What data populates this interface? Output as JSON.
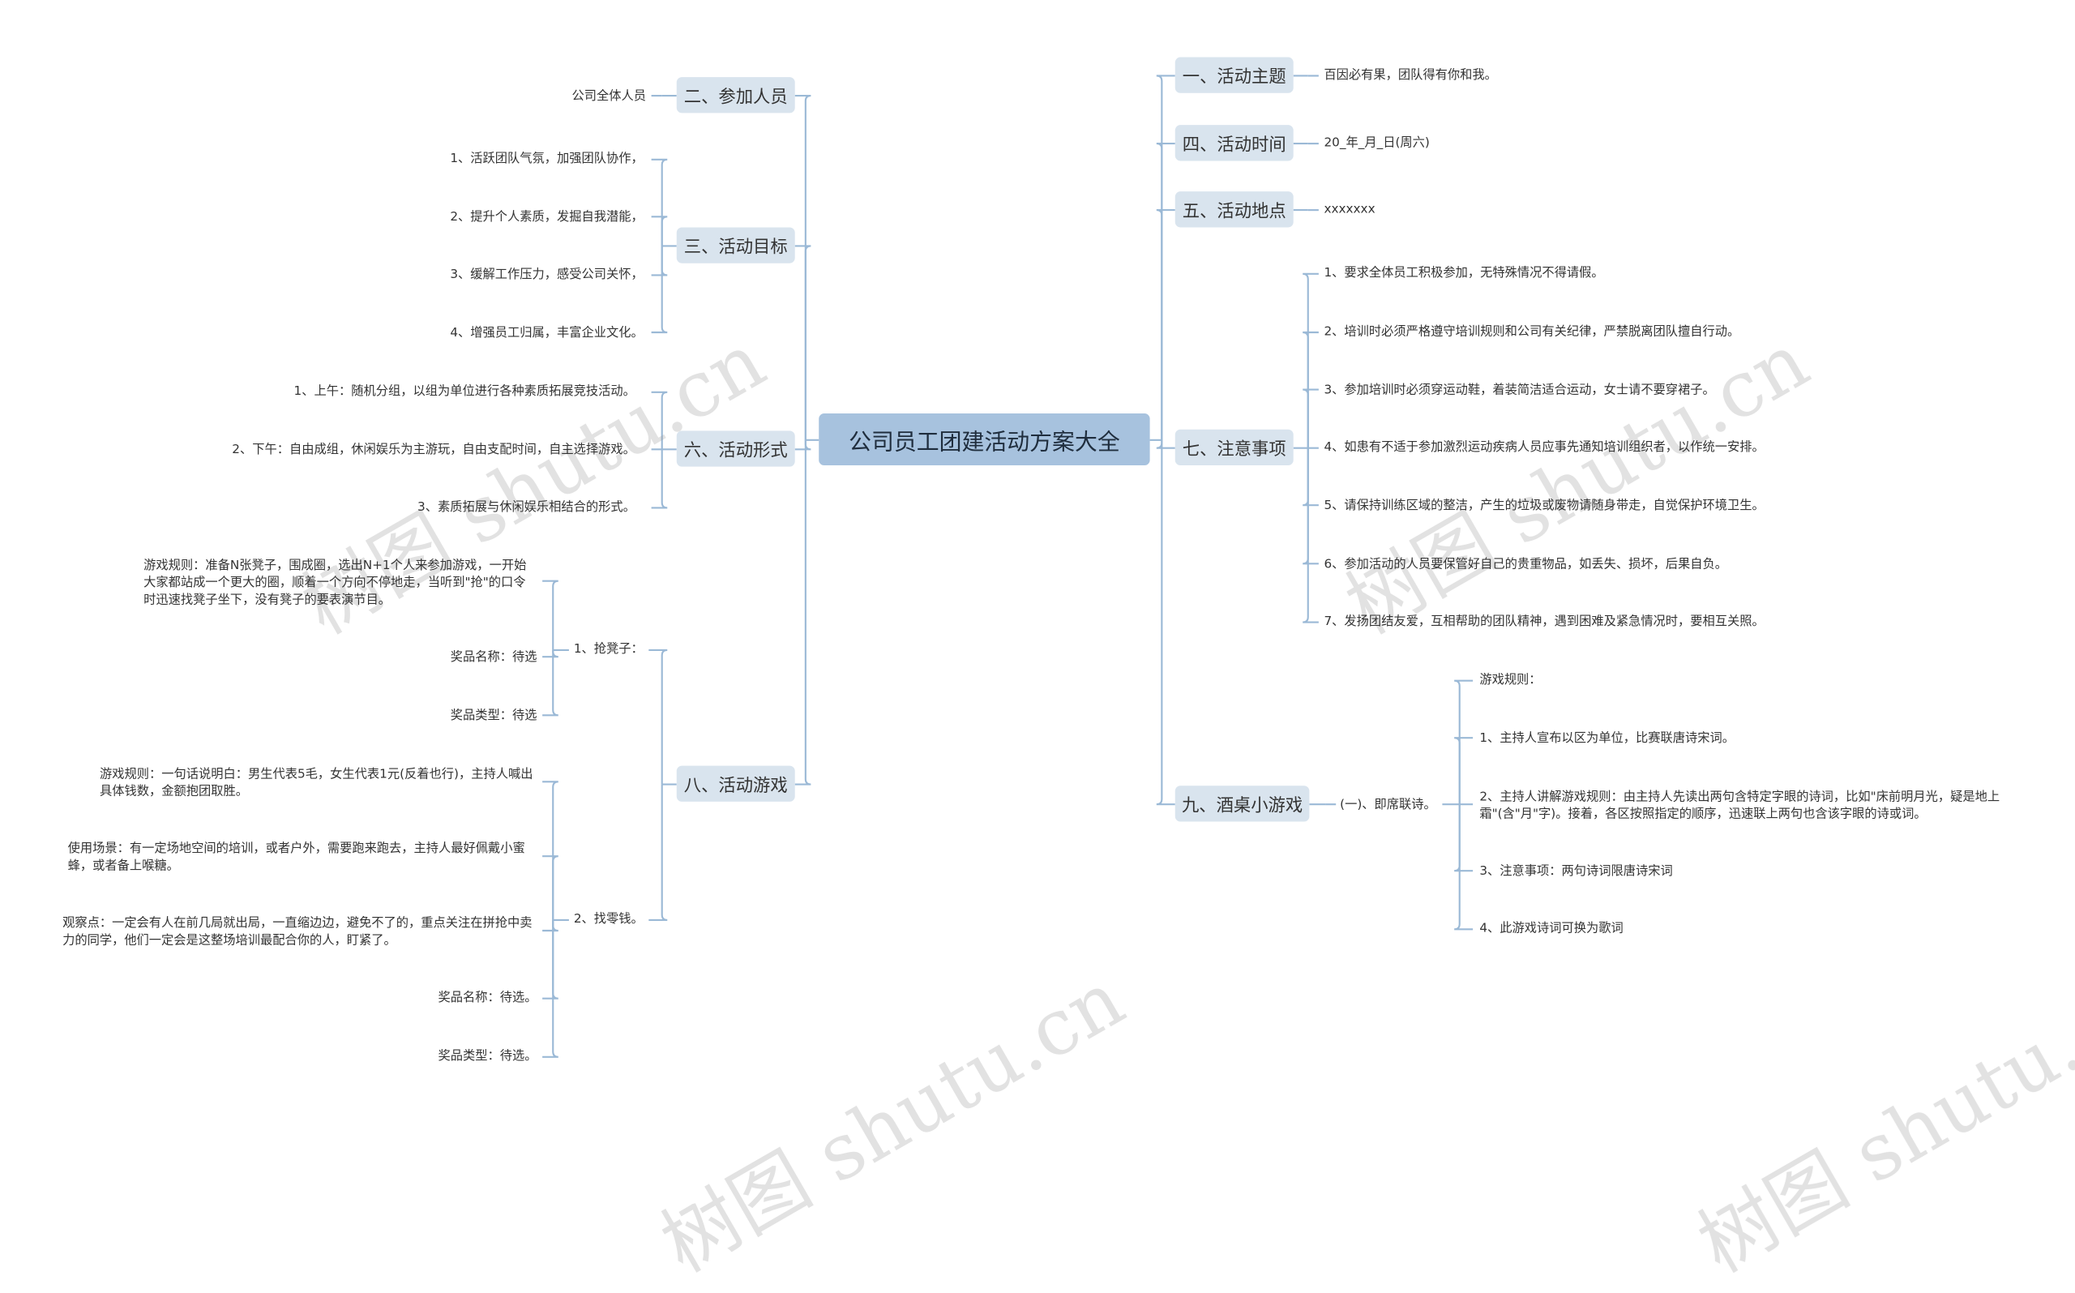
{
  "title": "公司员工团建活动方案大全",
  "watermark": "树图 shutu.cn",
  "colors": {
    "root_fill": "#a7c2de",
    "topic_fill": "#d9e4ee",
    "line": "#9bb9d6"
  },
  "left": {
    "participants": {
      "label": "二、参加人员",
      "items": [
        "公司全体人员"
      ]
    },
    "goals": {
      "label": "三、活动目标",
      "items": [
        "1、活跃团队气氛，加强团队协作，",
        "2、提升个人素质，发掘自我潜能，",
        "3、缓解工作压力，感受公司关怀，",
        "4、增强员工归属，丰富企业文化。"
      ]
    },
    "format": {
      "label": "六、活动形式",
      "items": [
        "1、上午：随机分组，以组为单位进行各种素质拓展竞技活动。",
        "2、下午：自由成组，休闲娱乐为主游玩，自由支配时间，自主选择游戏。",
        "3、素质拓展与休闲娱乐相结合的形式。"
      ]
    },
    "games": {
      "label": "八、活动游戏",
      "chairs": {
        "label": "1、抢凳子：",
        "items": [
          "游戏规则：准备N张凳子，围成圈，选出N+1个人来参加游戏，一开始大家都站成一个更大的圈，顺着一个方向不停地走，当听到\"抢\"的口令时迅速找凳子坐下，没有凳子的要表演节目。",
          "奖品名称：待选",
          "奖品类型：待选"
        ]
      },
      "change": {
        "label": "2、找零钱。",
        "items": [
          "游戏规则：一句话说明白：男生代表5毛，女生代表1元(反着也行)，主持人喊出具体钱数，金额抱团取胜。",
          "使用场景：有一定场地空间的培训，或者户外，需要跑来跑去，主持人最好佩戴小蜜蜂，或者备上喉糖。",
          "观察点：一定会有人在前几局就出局，一直缩边边，避免不了的，重点关注在拼抢中卖力的同学，他们一定会是这整场培训最配合你的人，盯紧了。",
          "奖品名称：待选。",
          "奖品类型：待选。"
        ]
      }
    }
  },
  "right": {
    "theme": {
      "label": "一、活动主题",
      "items": [
        "百因必有果，团队得有你和我。"
      ]
    },
    "time": {
      "label": "四、活动时间",
      "items": [
        "20_年_月_日(周六)"
      ]
    },
    "place": {
      "label": "五、活动地点",
      "items": [
        "xxxxxxx"
      ]
    },
    "notes": {
      "label": "七、注意事项",
      "items": [
        "1、要求全体员工积极参加，无特殊情况不得请假。",
        "2、培训时必须严格遵守培训规则和公司有关纪律，严禁脱离团队擅自行动。",
        "3、参加培训时必须穿运动鞋，着装简洁适合运动，女士请不要穿裙子。",
        "4、如患有不适于参加激烈运动疾病人员应事先通知培训组织者，以作统一安排。",
        "5、请保持训练区域的整洁，产生的垃圾或废物请随身带走，自觉保护环境卫生。",
        "6、参加活动的人员要保管好自己的贵重物品，如丢失、损坏，后果自负。",
        "7、发扬团结友爱，互相帮助的团队精神，遇到困难及紧急情况时，要相互关照。"
      ]
    },
    "drinking": {
      "label": "九、酒桌小游戏",
      "poem": {
        "label": "(一)、即席联诗。",
        "items": [
          "游戏规则：",
          "1、主持人宣布以区为单位，比赛联唐诗宋词。",
          "2、主持人讲解游戏规则：由主持人先读出两句含特定字眼的诗词，比如\"床前明月光，疑是地上霜\"(含\"月\"字)。接着，各区按照指定的顺序，迅速联上两句也含该字眼的诗或词。",
          "3、注意事项：两句诗词限唐诗宋词",
          "4、此游戏诗词可换为歌词"
        ]
      }
    }
  }
}
